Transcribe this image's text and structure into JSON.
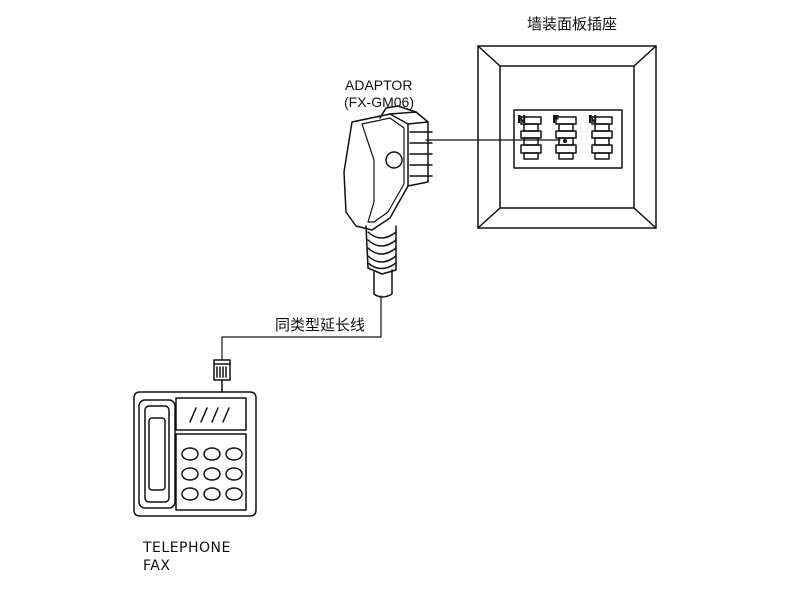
{
  "socket": {
    "title": "墙装面板插座",
    "slots": [
      "N",
      "F",
      "N"
    ]
  },
  "adaptor": {
    "name": "ADAPTOR",
    "model": "(FX-GM06)"
  },
  "cable": {
    "label": "同类型延长线"
  },
  "device": {
    "line1": "TELEPHONE",
    "line2": "FAX"
  },
  "colors": {
    "line": "#111111",
    "background": "#ffffff"
  }
}
